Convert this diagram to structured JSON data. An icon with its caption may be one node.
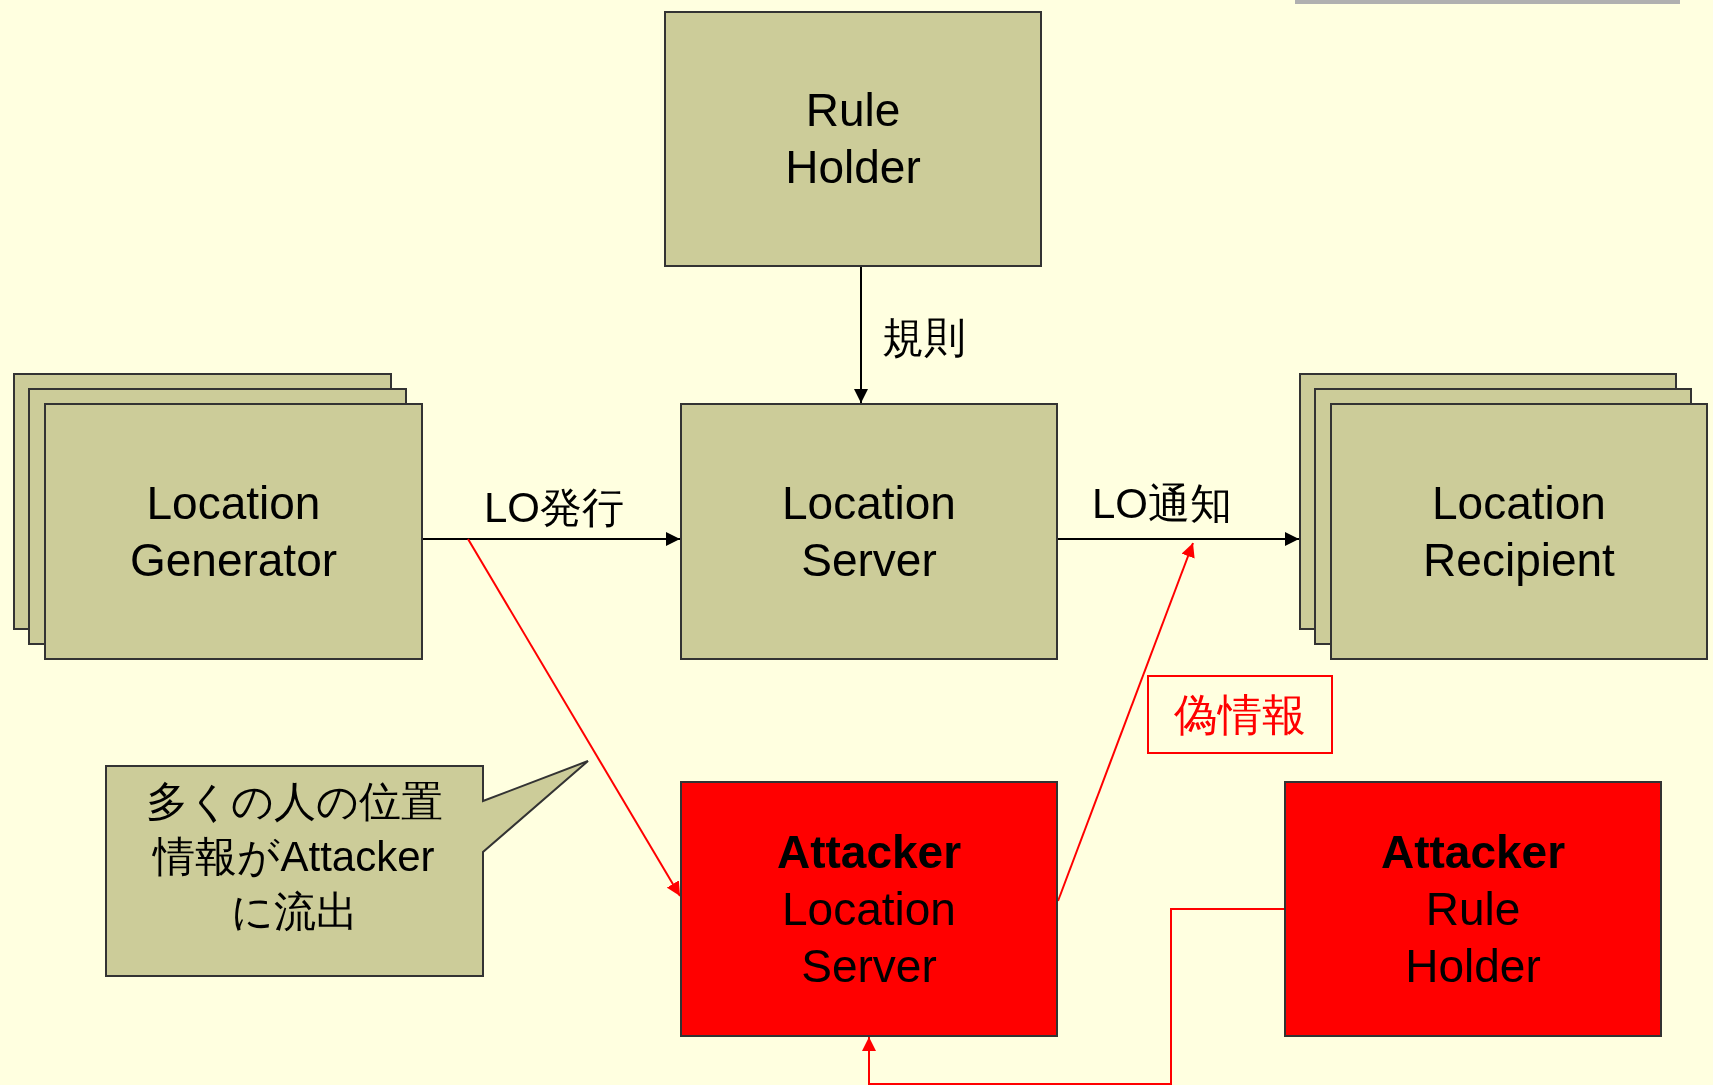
{
  "diagram": {
    "nodes": [
      {
        "text": [
          "Rule Holder"
        ]
      },
      {
        "text": [
          "Location Generator"
        ]
      },
      {
        "text": [
          "Location Server"
        ]
      },
      {
        "text": [
          "Location Recipient"
        ]
      },
      {
        "text": [
          "偽情報"
        ]
      },
      {
        "text": [
          "多くの人の位置情報がAttackerに流出"
        ]
      },
      {
        "text": [
          "Attacker",
          "Location Server"
        ]
      },
      {
        "text": [
          "Attacker",
          "Rule Holder"
        ]
      }
    ],
    "edges": [
      {
        "from": 0,
        "to": 2,
        "arrow": "to",
        "label": "規則"
      },
      {
        "from": 1,
        "to": 2,
        "arrow": "to",
        "label": "LO発行"
      },
      {
        "from": 2,
        "to": 3,
        "arrow": "to",
        "label": "LO通知"
      },
      {
        "from": null,
        "to": 6,
        "arrow": "to",
        "color": "#ff0000"
      },
      {
        "from": 6,
        "to": null,
        "arrow": "to",
        "color": "#ff0000"
      },
      {
        "from": 7,
        "to": 6,
        "arrow": "to",
        "color": "#ff0000"
      }
    ]
  }
}
